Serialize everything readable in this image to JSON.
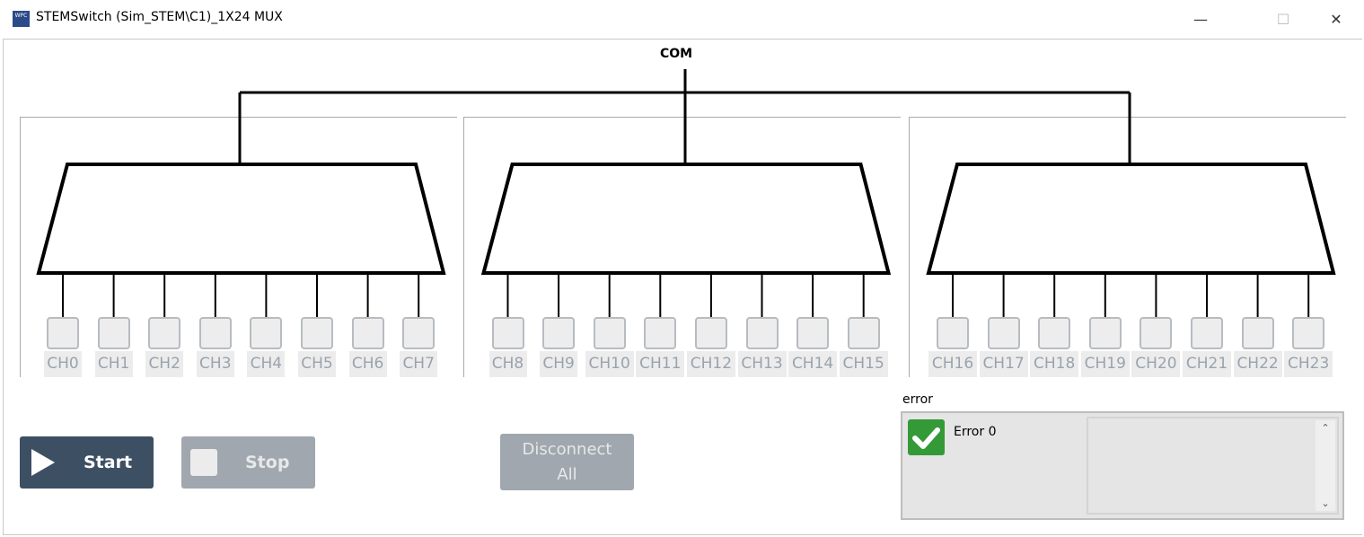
{
  "window": {
    "title": "STEMSwitch (Sim_STEM\\C1)_1X24 MUX",
    "icon_text": "WPC",
    "controls": {
      "minimize": "—",
      "maximize": "☐",
      "close": "✕"
    }
  },
  "diagram": {
    "com_label": "COM"
  },
  "channels": [
    "CH0",
    "CH1",
    "CH2",
    "CH3",
    "CH4",
    "CH5",
    "CH6",
    "CH7",
    "CH8",
    "CH9",
    "CH10",
    "CH11",
    "CH12",
    "CH13",
    "CH14",
    "CH15",
    "CH16",
    "CH17",
    "CH18",
    "CH19",
    "CH20",
    "CH21",
    "CH22",
    "CH23"
  ],
  "buttons": {
    "start": "Start",
    "stop": "Stop",
    "disconnect_line1": "Disconnect",
    "disconnect_line2": "All"
  },
  "error": {
    "label": "error",
    "status": "Error 0",
    "status_ok": true,
    "color": "#339a37",
    "message": ""
  },
  "colors": {
    "start": "#3d4f63",
    "disabled": "#a0a7ae"
  }
}
